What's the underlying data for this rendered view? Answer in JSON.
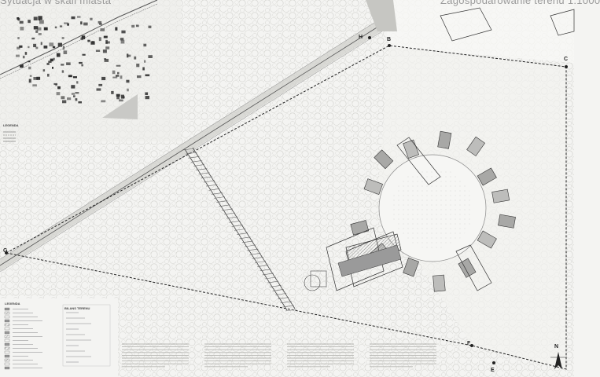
{
  "header": {
    "title_left": "Sytuacja w skali miasta",
    "title_right": "Zagospodarowanie terenu 1:1000"
  },
  "points": [
    {
      "id": "H",
      "label": "H"
    },
    {
      "id": "B",
      "label": "B"
    },
    {
      "id": "C",
      "label": "C"
    },
    {
      "id": "G",
      "label": "G"
    },
    {
      "id": "F",
      "label": "F"
    },
    {
      "id": "E",
      "label": "E"
    }
  ],
  "legend": {
    "inset_heading": "LEGENDA",
    "main_heading": "LEGENDA",
    "table_heading": "BILANS TERENU"
  },
  "north_arrow": {
    "label": "N"
  },
  "colors": {
    "background": "#f4f4f2",
    "tree": "#dcdcd8",
    "line": "#333333",
    "building": "#9a9a9a"
  }
}
